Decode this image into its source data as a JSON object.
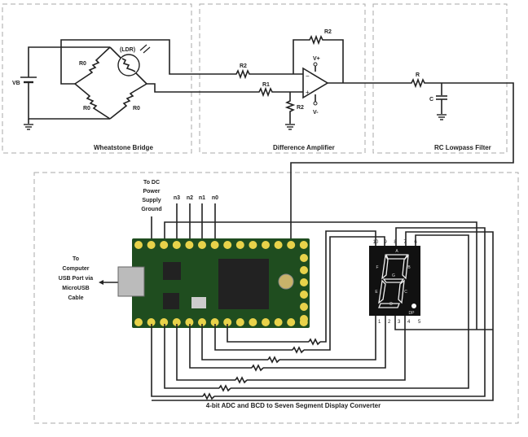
{
  "sections": {
    "wheatstone": {
      "title": "Wheatstone Bridge",
      "vb": "VB",
      "ldr": "(LDR)",
      "r0": "R0"
    },
    "diff_amp": {
      "title": "Difference Amplifier",
      "r1": "R1",
      "r2": "R2",
      "vplus": "V+",
      "vminus": "V-"
    },
    "rc_filter": {
      "title": "RC Lowpass Filter",
      "r": "R",
      "c": "C"
    },
    "converter": {
      "title": "4-bit ADC and BCD to Seven Segment Display Converter",
      "ground_label": [
        "To DC",
        "Power",
        "Supply",
        "Ground"
      ],
      "usb_label": [
        "To",
        "Computer",
        "USB Port via",
        "MicroUSB",
        "Cable"
      ],
      "pin_labels": [
        "n3",
        "n2",
        "n1",
        "n0"
      ],
      "display_top_pins": [
        "10",
        "9",
        "8",
        "7",
        "6"
      ],
      "display_bottom_pins": [
        "1",
        "2",
        "3",
        "4",
        "5"
      ],
      "segments": [
        "A",
        "B",
        "C",
        "D",
        "E",
        "F",
        "G",
        "DP"
      ]
    }
  },
  "colors": {
    "board": "#1f4d1f",
    "pad": "#e8d24a",
    "wire": "#222222",
    "box": "#aaaaaa"
  }
}
